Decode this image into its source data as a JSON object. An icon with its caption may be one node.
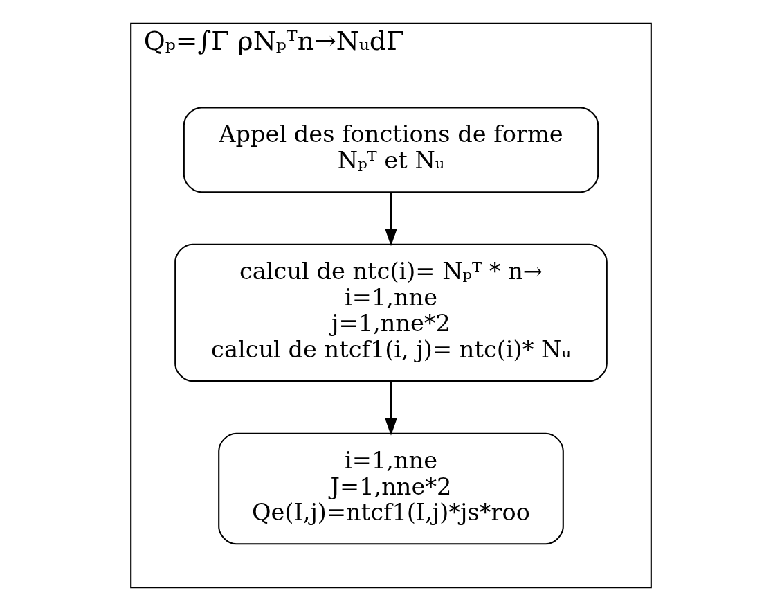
{
  "diagram": {
    "nodes": [
      {
        "text": [
          "Qₚ=∫Γ ρNₚᵀn→NᵤdΓ"
        ]
      },
      {
        "text": [
          "Appel des fonctions de forme",
          "Nₚᵀ et Nᵤ"
        ],
        "in": 0
      },
      {
        "text": [
          "calcul de ntc(i)= Nₚᵀ * n→",
          "i=1,nne",
          "j=1,nne*2",
          "calcul de ntcf1(i, j)= ntc(i)* Nᵤ"
        ],
        "in": 0
      },
      {
        "text": [
          "i=1,nne",
          "J=1,nne*2",
          "Qe(I,j)=ntcf1(I,j)*js*roo"
        ],
        "in": 0
      }
    ],
    "edges": [
      {
        "from": 1,
        "to": 2,
        "arrow": "to"
      },
      {
        "from": 2,
        "to": 3,
        "arrow": "to"
      }
    ]
  }
}
